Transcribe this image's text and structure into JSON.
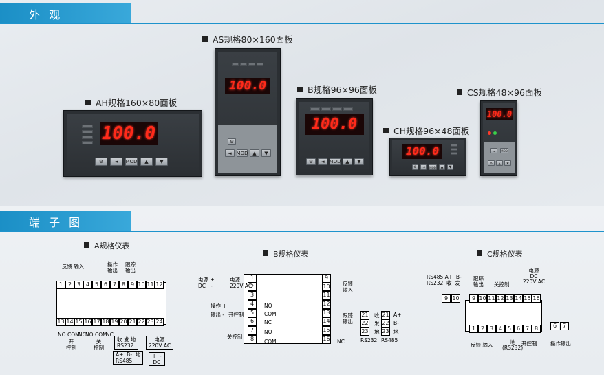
{
  "sections": {
    "appearance": "外 观",
    "terminal": "端 子 图"
  },
  "panels": {
    "ah": "AH规格160×80面板",
    "as": "AS规格80×160面板",
    "b": "B规格96×96面板",
    "ch": "CH规格96×48面板",
    "cs": "CS规格48×96面板"
  },
  "display_value": "100.0",
  "keys": {
    "set": "⚙",
    "left": "◄",
    "mod": "MOD",
    "up": "▲",
    "down": "▼"
  },
  "meters": {
    "a": "A规格仪表",
    "b": "B规格仪表",
    "c": "C规格仪表"
  },
  "a_terms_top": [
    "1",
    "2",
    "3",
    "4",
    "5",
    "6",
    "7",
    "8",
    "9",
    "10",
    "11",
    "12"
  ],
  "a_terms_bottom": [
    "13",
    "14",
    "15",
    "16",
    "17",
    "18",
    "19",
    "20",
    "21",
    "22",
    "23",
    "24"
  ],
  "a_text": {
    "feedback": "反馈 输入",
    "op_out": "操作\n输出",
    "track_out": "跟踪\n输出",
    "no1": "NO",
    "com1": "COM",
    "nc1": "NC",
    "no2": "NO",
    "com2": "COM",
    "nc2": "NC",
    "open": "开\n控制",
    "close": "关\n控制",
    "rs232": "收 发 地\nRS232",
    "rs485": "A+  B-  地\nRS485",
    "power_ac": "电源\n220V AC",
    "dc": "+  -\nDC"
  },
  "b_left": [
    "1",
    "2",
    "3",
    "4",
    "5",
    "6",
    "7",
    "8"
  ],
  "b_right": [
    "9",
    "10",
    "11",
    "12",
    "13",
    "14",
    "15",
    "16"
  ],
  "b_text": {
    "power_dc": "电源 +\nDC   -",
    "power_ac": "电源\n220V AC",
    "op_in": "操作 +\n输出 -",
    "open_ctrl": "开控制",
    "close_ctrl": "关控制",
    "no": "NO",
    "com": "COM",
    "nc": "NC",
    "no2": "NO",
    "com2": "COM",
    "feedback": "反馈\n输入",
    "track": "跟踪\n输出",
    "nc3": "NC",
    "rx": "收",
    "tx": "发",
    "gnd": "地",
    "ap": "A+",
    "bm": "B-",
    "gnd2": "地",
    "rs232": "RS232",
    "rs485": "RS485",
    "t21": "21",
    "t22": "22",
    "t23": "23"
  },
  "c_top": [
    "9",
    "10",
    "11",
    "12",
    "13",
    "14",
    "15",
    "16"
  ],
  "c_bottom": [
    "1",
    "2",
    "3",
    "4",
    "5",
    "6",
    "7",
    "8"
  ],
  "c_text": {
    "rs": "RS485 A+  B-\nRS232  收  发",
    "track": "跟踪\n输出",
    "close_ctrl": "关控制",
    "power": "电源\nDC\n220V AC",
    "feedback": "反馈 输入",
    "gnd": "地\n(RS232)",
    "open_ctrl": "开控制",
    "op_out": "操作输出",
    "t6": "6",
    "t7": "7"
  }
}
